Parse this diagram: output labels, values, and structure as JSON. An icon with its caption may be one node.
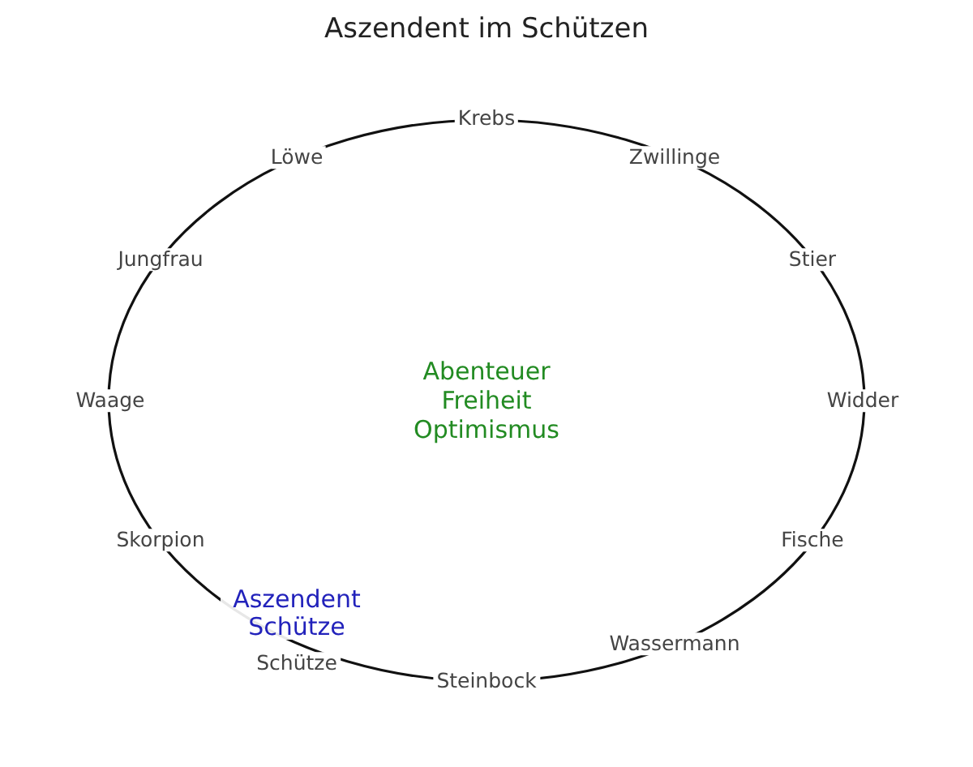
{
  "diagram": {
    "title": "Aszendent im Schützen",
    "nodes": [
      {
        "text": [
          "Abenteuer Freiheit Optimismus"
        ]
      }
    ],
    "labels": [
      "Krebs",
      "Löwe",
      "Zwillinge",
      "Jungfrau",
      "Stier",
      "Waage",
      "Widder",
      "Skorpion",
      "Fische",
      "Aszendent Schütze",
      "Schütze",
      "Wassermann",
      "Steinbock"
    ]
  }
}
